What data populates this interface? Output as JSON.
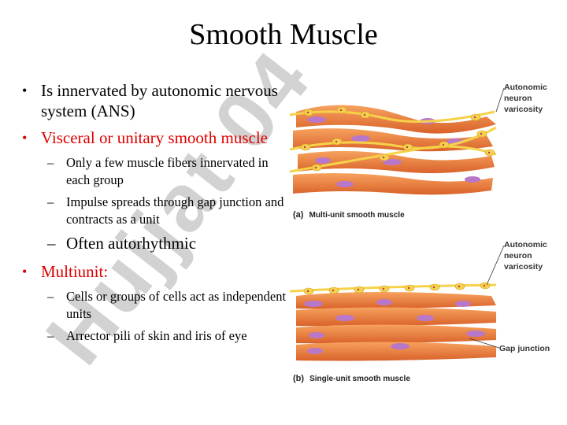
{
  "slide": {
    "title": "Smooth Muscle",
    "bullets": [
      {
        "text": "Is innervated by autonomic nervous system (ANS)",
        "color": "#000000"
      },
      {
        "text": "Visceral or unitary smooth muscle",
        "color": "#e00000",
        "sub": [
          {
            "text": "Only a few muscle fibers innervated in each group"
          },
          {
            "text": "Impulse spreads through gap junction and  contracts as a unit"
          },
          {
            "text": "Often autorhythmic"
          }
        ]
      },
      {
        "text": "Multiunit:",
        "color": "#e00000",
        "sub": [
          {
            "text": "Cells or groups of cells act as independent units"
          },
          {
            "text": "Arrector pili of skin and iris of eye"
          }
        ]
      }
    ]
  },
  "figure": {
    "top_annotation": [
      "Autonomic",
      "neuron",
      "varicosity"
    ],
    "top_caption": {
      "letter": "(a)",
      "text": "Multi-unit smooth muscle"
    },
    "bottom_annotation": [
      "Autonomic",
      "neuron",
      "varicosity"
    ],
    "gap_label": "Gap junction",
    "bottom_caption": {
      "letter": "(b)",
      "text": "Single-unit smooth muscle"
    }
  },
  "watermark": {
    "text": "Hujjat 04",
    "color": "#c8c8c8"
  },
  "colors": {
    "cell": "#f08a3e",
    "cell_dark": "#d8652a",
    "nucleus": "#b977c9",
    "nerve": "#f5d24a",
    "varicosity_dot": "#c0306a"
  }
}
